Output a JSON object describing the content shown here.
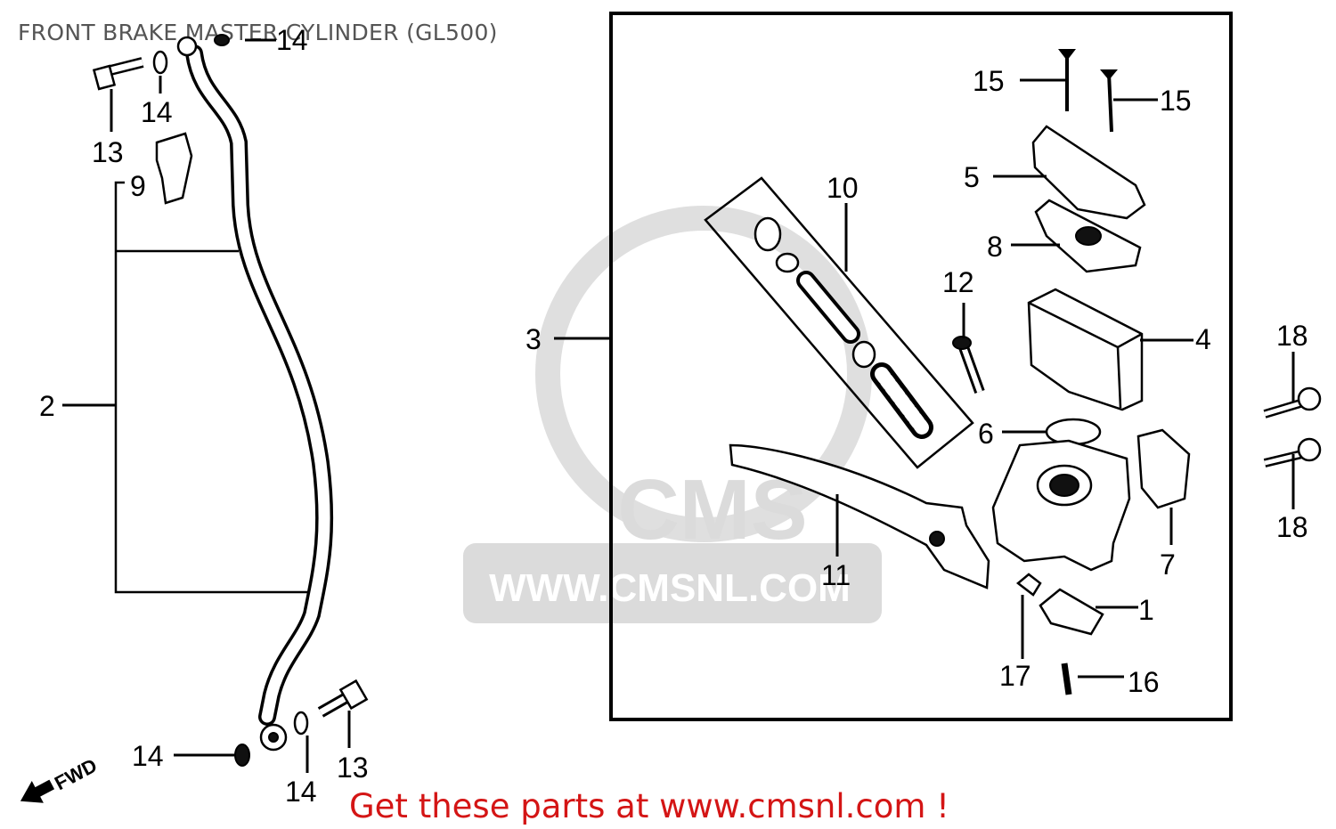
{
  "title": "FRONT BRAKE MASTER CYLINDER (GL500)",
  "footer": "Get these parts at www.cmsnl.com !",
  "watermark": {
    "brand": "CMS",
    "url": "WWW.CMSNL.COM"
  },
  "fwd_label": "FWD",
  "callouts": [
    "1",
    "2",
    "3",
    "4",
    "5",
    "6",
    "7",
    "8",
    "9",
    "10",
    "11",
    "12",
    "13",
    "13",
    "14",
    "14",
    "14",
    "14",
    "15",
    "15",
    "16",
    "17",
    "18",
    "18"
  ],
  "colors": {
    "title": "#555555",
    "footer": "#d41515",
    "watermark": "#d8d8d8",
    "lines": "#000000"
  }
}
